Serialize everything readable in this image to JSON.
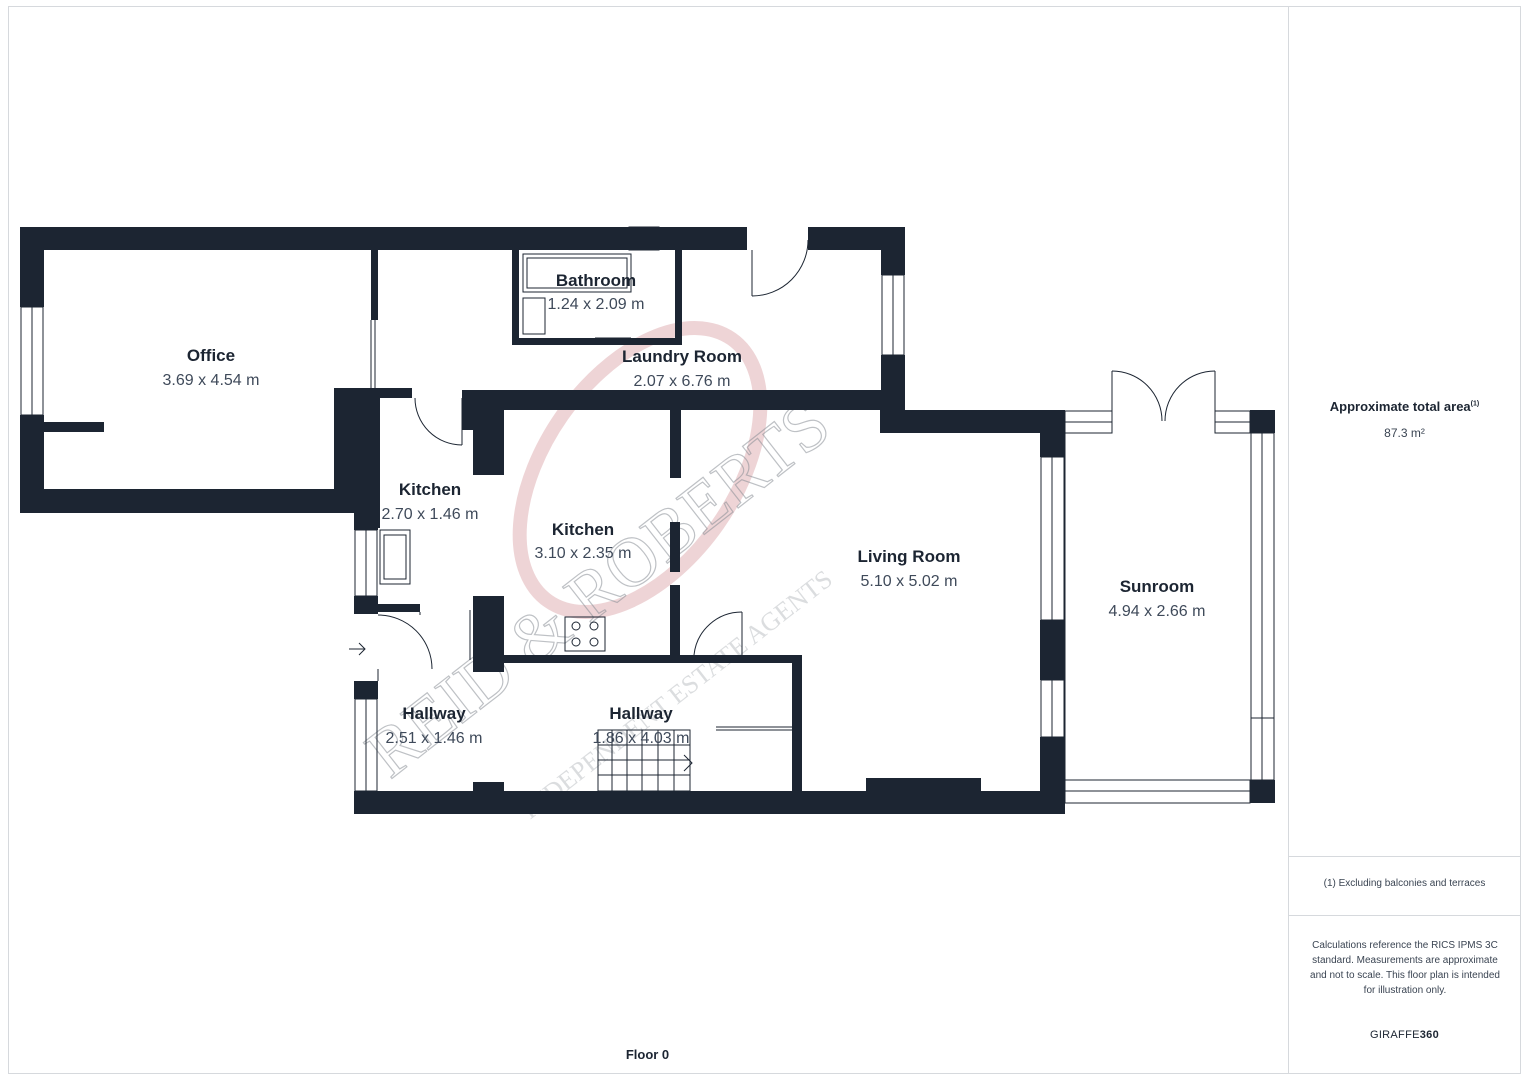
{
  "floor_label": "Floor 0",
  "sidebar": {
    "area_title": "Approximate total area",
    "area_title_note": "(1)",
    "area_value": "87.3 m²",
    "footnote": "(1) Excluding balconies and terraces",
    "disclaimer": "Calculations reference the RICS IPMS 3C standard. Measurements are approximate and not to scale. This floor plan is intended for illustration only.",
    "brand_prefix": "GIRAFFE",
    "brand_suffix": "360"
  },
  "rooms": [
    {
      "name": "Office",
      "dims": "3.69 x 4.54 m"
    },
    {
      "name": "Bathroom",
      "dims": "1.24 x 2.09 m"
    },
    {
      "name": "Laundry Room",
      "dims": "2.07 x 6.76 m"
    },
    {
      "name": "Kitchen",
      "dims": "2.70 x 1.46 m"
    },
    {
      "name": "Kitchen",
      "dims": "3.10 x 2.35 m"
    },
    {
      "name": "Living Room",
      "dims": "5.10 x 5.02 m"
    },
    {
      "name": "Sunroom",
      "dims": "4.94 x 2.66 m"
    },
    {
      "name": "Hallway",
      "dims": "2.51 x 1.46 m"
    },
    {
      "name": "Hallway",
      "dims": "1.86 x 4.03 m"
    }
  ],
  "watermark": {
    "line1": "REID & ROBERTS",
    "line2": "INDEPENDENT ESTATE AGENTS"
  },
  "colors": {
    "wall": "#1c2532",
    "watermark_accent": "#d9a0a4",
    "divider": "#d6d9dd"
  }
}
